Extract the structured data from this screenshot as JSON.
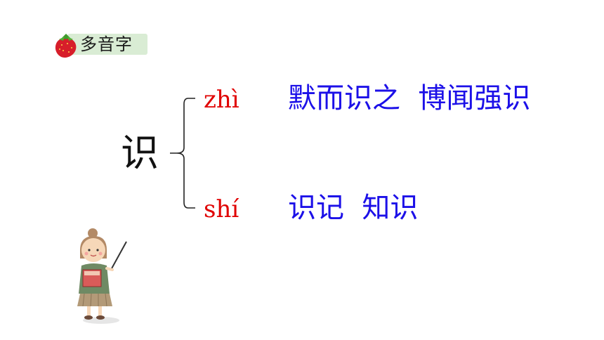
{
  "tag": {
    "label": "多音字",
    "icon": "strawberry-icon"
  },
  "character": "识",
  "readings": [
    {
      "pinyin": "zhì",
      "words": "默而识之  博闻强识"
    },
    {
      "pinyin": "shí",
      "words": "识记  知识"
    }
  ],
  "colors": {
    "pinyin": "#e00000",
    "words": "#1c10e8",
    "tag_bg": "#d9ecd4"
  },
  "decoration": "teacher-illustration"
}
